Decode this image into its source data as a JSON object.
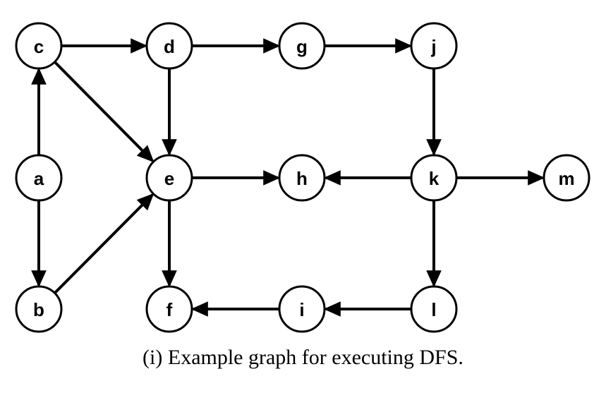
{
  "diagram": {
    "nodes": [
      {
        "id": "c",
        "label": "c"
      },
      {
        "id": "d",
        "label": "d"
      },
      {
        "id": "g",
        "label": "g"
      },
      {
        "id": "j",
        "label": "j"
      },
      {
        "id": "a",
        "label": "a"
      },
      {
        "id": "e",
        "label": "e"
      },
      {
        "id": "h",
        "label": "h"
      },
      {
        "id": "k",
        "label": "k"
      },
      {
        "id": "m",
        "label": "m"
      },
      {
        "id": "b",
        "label": "b"
      },
      {
        "id": "f",
        "label": "f"
      },
      {
        "id": "i",
        "label": "i"
      },
      {
        "id": "l",
        "label": "l"
      }
    ],
    "edges": [
      {
        "from": "a",
        "to": "c"
      },
      {
        "from": "a",
        "to": "b"
      },
      {
        "from": "c",
        "to": "d"
      },
      {
        "from": "c",
        "to": "e"
      },
      {
        "from": "d",
        "to": "g"
      },
      {
        "from": "d",
        "to": "e"
      },
      {
        "from": "g",
        "to": "j"
      },
      {
        "from": "j",
        "to": "k"
      },
      {
        "from": "b",
        "to": "e"
      },
      {
        "from": "e",
        "to": "h"
      },
      {
        "from": "e",
        "to": "f"
      },
      {
        "from": "k",
        "to": "h"
      },
      {
        "from": "k",
        "to": "m"
      },
      {
        "from": "k",
        "to": "l"
      },
      {
        "from": "l",
        "to": "i"
      },
      {
        "from": "i",
        "to": "f"
      }
    ],
    "colors": {
      "stroke": "#000000",
      "node_fill": "#ffffff",
      "background": "#ffffff"
    }
  },
  "caption": "(i) Example graph for executing DFS."
}
